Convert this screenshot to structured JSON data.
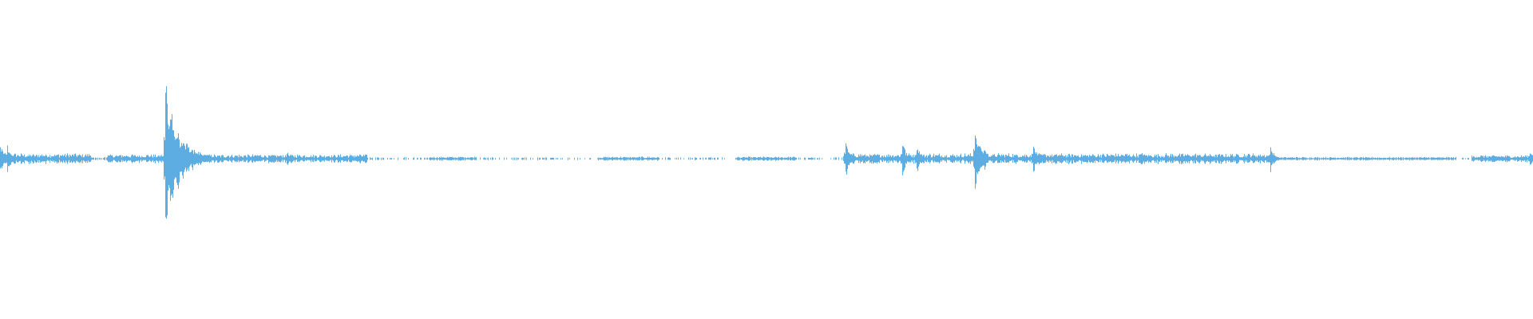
{
  "waveform": {
    "color": "#5dade2",
    "background": "#ffffff",
    "bursts": [
      {
        "position": 0.0,
        "amplitude": 0.13
      },
      {
        "position": 0.005,
        "amplitude": 0.09
      },
      {
        "position": 0.108,
        "amplitude": 0.5
      },
      {
        "position": 0.115,
        "amplitude": 0.12
      },
      {
        "position": 0.187,
        "amplitude": 0.05
      },
      {
        "position": 0.552,
        "amplitude": 0.14
      },
      {
        "position": 0.589,
        "amplitude": 0.12
      },
      {
        "position": 0.598,
        "amplitude": 0.1
      },
      {
        "position": 0.636,
        "amplitude": 0.21
      },
      {
        "position": 0.642,
        "amplitude": 0.09
      },
      {
        "position": 0.674,
        "amplitude": 0.1
      },
      {
        "position": 0.745,
        "amplitude": 0.04
      },
      {
        "position": 0.829,
        "amplitude": 0.09
      },
      {
        "position": 0.998,
        "amplitude": 0.06
      }
    ],
    "activity_regions": [
      {
        "start": 0.0,
        "end": 0.06,
        "level": 0.03
      },
      {
        "start": 0.07,
        "end": 0.24,
        "level": 0.025
      },
      {
        "start": 0.28,
        "end": 0.31,
        "level": 0.012
      },
      {
        "start": 0.39,
        "end": 0.43,
        "level": 0.012
      },
      {
        "start": 0.48,
        "end": 0.52,
        "level": 0.012
      },
      {
        "start": 0.55,
        "end": 0.83,
        "level": 0.03
      },
      {
        "start": 0.83,
        "end": 0.95,
        "level": 0.01
      },
      {
        "start": 0.96,
        "end": 1.0,
        "level": 0.02
      }
    ]
  }
}
